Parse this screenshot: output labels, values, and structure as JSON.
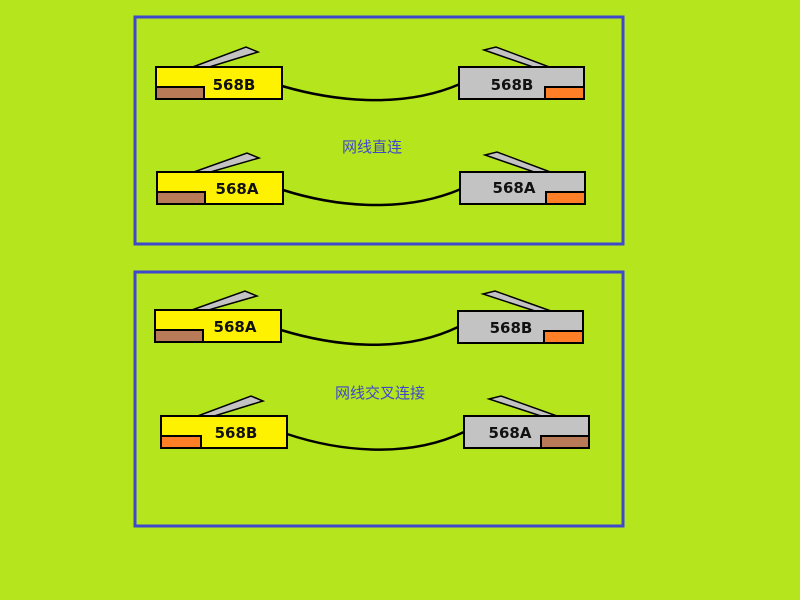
{
  "colors": {
    "background": "#b5e61d",
    "panel_border": "#3f48cc",
    "title_text": "#3f48cc",
    "plug_left": "#fff200",
    "plug_right": "#c3c3c3",
    "latch": "#c3c3c3",
    "stripe_brown": "#b97a57",
    "stripe_orange": "#ff7f27",
    "outline": "#000000"
  },
  "panels": [
    {
      "title": "网线直连",
      "pairs": [
        {
          "left": {
            "label": "568B",
            "stripe": "brown"
          },
          "right": {
            "label": "568B",
            "stripe": "orange"
          }
        },
        {
          "left": {
            "label": "568A",
            "stripe": "brown"
          },
          "right": {
            "label": "568A",
            "stripe": "orange"
          }
        }
      ]
    },
    {
      "title": "网线交叉连接",
      "pairs": [
        {
          "left": {
            "label": "568A",
            "stripe": "brown"
          },
          "right": {
            "label": "568B",
            "stripe": "orange"
          }
        },
        {
          "left": {
            "label": "568B",
            "stripe": "orange"
          },
          "right": {
            "label": "568A",
            "stripe": "brown"
          }
        }
      ]
    }
  ]
}
